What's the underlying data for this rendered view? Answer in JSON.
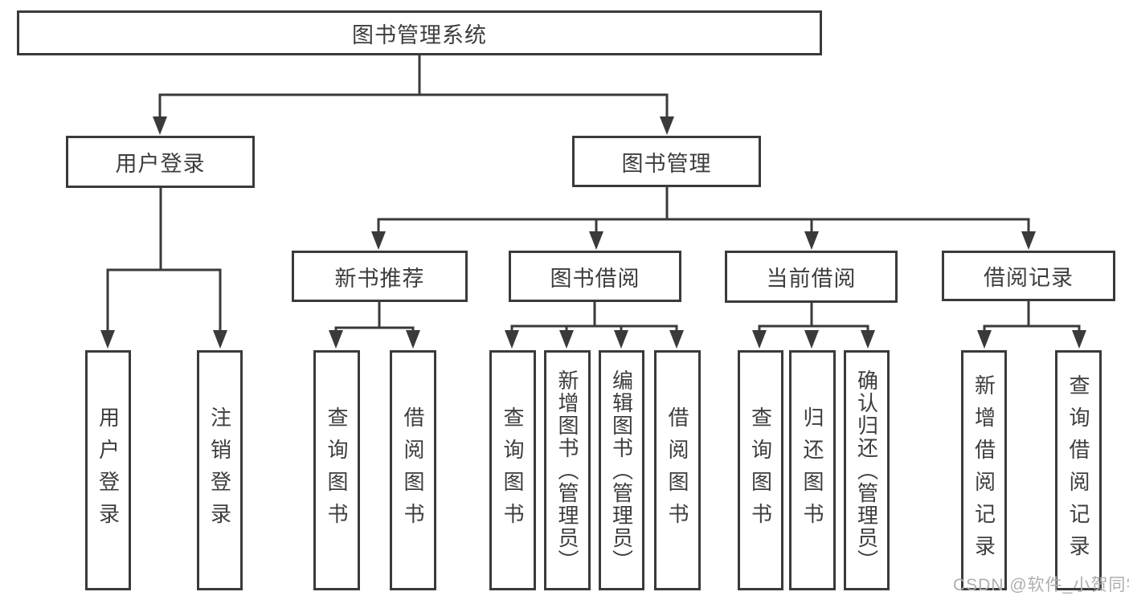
{
  "diagram": {
    "root": {
      "label": "图书管理系统"
    },
    "branches": [
      {
        "label": "用户登录",
        "children": [
          {
            "label": "用户登录"
          },
          {
            "label": "注销登录"
          }
        ]
      },
      {
        "label": "图书管理",
        "children": [
          {
            "label": "新书推荐",
            "children": [
              {
                "label": "查询图书"
              },
              {
                "label": "借阅图书"
              }
            ]
          },
          {
            "label": "图书借阅",
            "children": [
              {
                "label": "查询图书"
              },
              {
                "label": "新增图书（管理员）"
              },
              {
                "label": "编辑图书（管理员）"
              },
              {
                "label": "借阅图书"
              }
            ]
          },
          {
            "label": "当前借阅",
            "children": [
              {
                "label": "查询图书"
              },
              {
                "label": "归还图书"
              },
              {
                "label": "确认归还（管理员）"
              }
            ]
          },
          {
            "label": "借阅记录",
            "children": [
              {
                "label": "新增借阅记录"
              },
              {
                "label": "查询借阅记录"
              }
            ]
          }
        ]
      }
    ]
  },
  "watermark": {
    "text": "CSDN @软件_小贺同学"
  },
  "colors": {
    "line": "#3a3a3a",
    "text": "#3d3d3d",
    "box_background": "#ffffff",
    "watermark": "#aeaeae",
    "page_background": "#ffffff"
  }
}
